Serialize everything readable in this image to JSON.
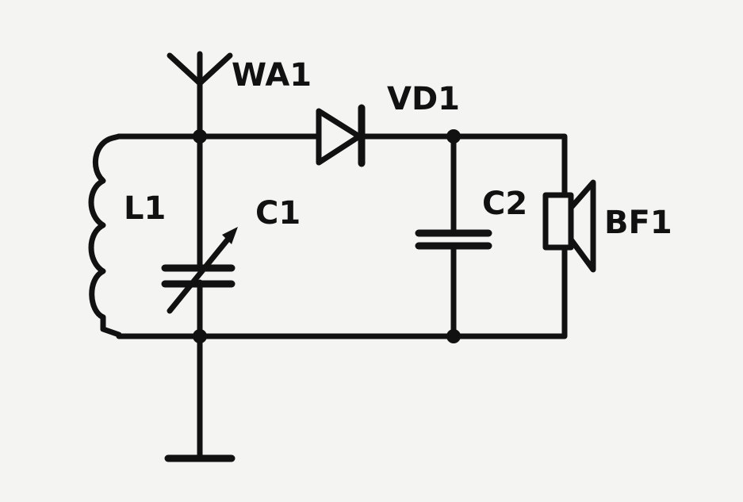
{
  "labels": {
    "antenna": "WA1",
    "diode": "VD1",
    "inductor": "L1",
    "var_capacitor": "C1",
    "capacitor": "C2",
    "speaker": "BF1"
  }
}
